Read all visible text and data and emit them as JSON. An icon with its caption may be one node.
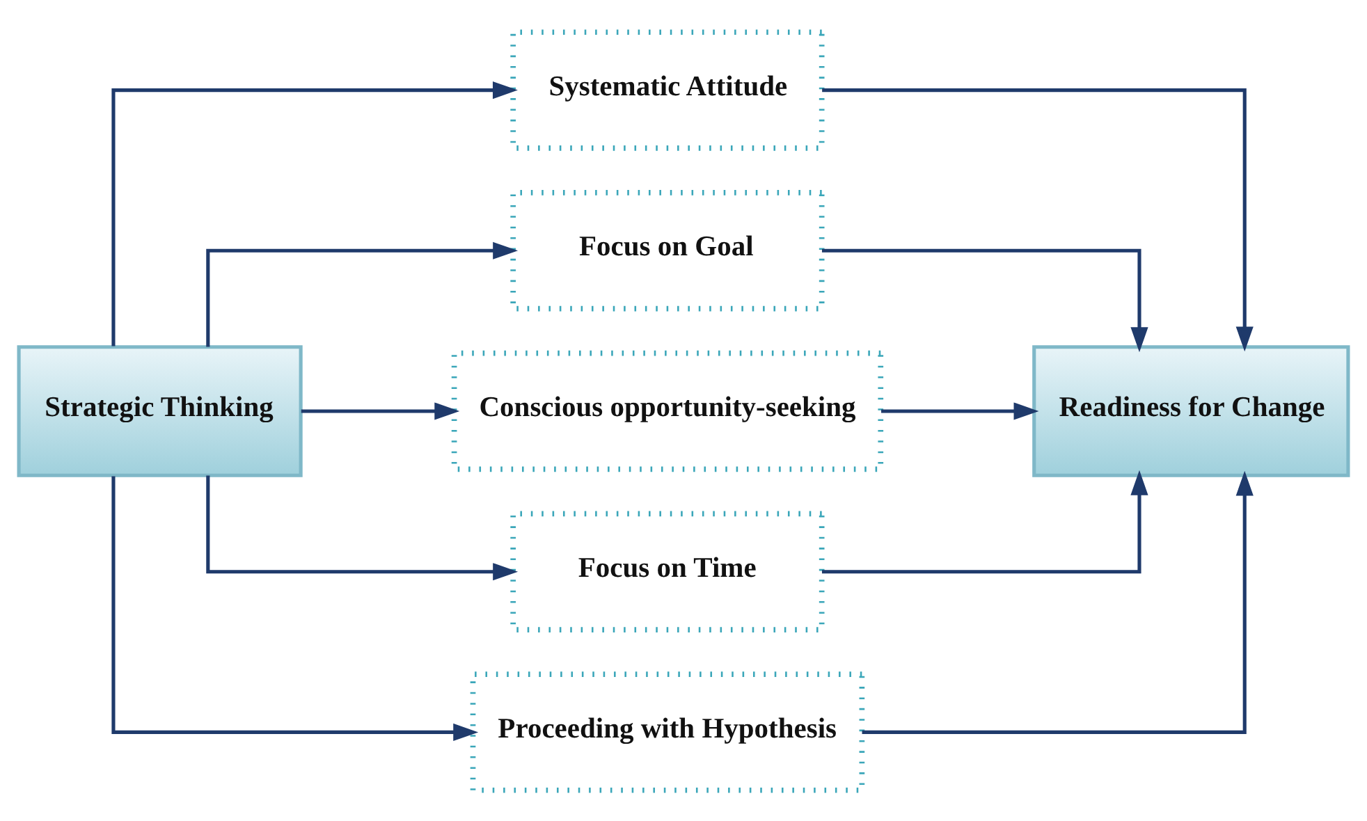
{
  "diagram": {
    "nodes": [
      {
        "text": [
          "Strategic Thinking"
        ]
      },
      {
        "text": [
          "Systematic Attitude"
        ]
      },
      {
        "text": [
          "Focus on Goal"
        ]
      },
      {
        "text": [
          "Conscious opportunity-seeking"
        ]
      },
      {
        "text": [
          "Focus on Time"
        ]
      },
      {
        "text": [
          "Proceeding with Hypothesis"
        ]
      },
      {
        "text": [
          "Readiness for Change"
        ]
      }
    ],
    "edges": [
      {
        "from": 0,
        "to": 1,
        "arrow": "to"
      },
      {
        "from": 0,
        "to": 2,
        "arrow": "to"
      },
      {
        "from": 0,
        "to": 3,
        "arrow": "to"
      },
      {
        "from": 0,
        "to": 4,
        "arrow": "to"
      },
      {
        "from": 0,
        "to": 5,
        "arrow": "to"
      },
      {
        "from": 1,
        "to": 6,
        "arrow": "to"
      },
      {
        "from": 2,
        "to": 6,
        "arrow": "to"
      },
      {
        "from": 3,
        "to": 6,
        "arrow": "to"
      },
      {
        "from": 4,
        "to": 6,
        "arrow": "to"
      },
      {
        "from": 5,
        "to": 6,
        "arrow": "to"
      }
    ]
  }
}
